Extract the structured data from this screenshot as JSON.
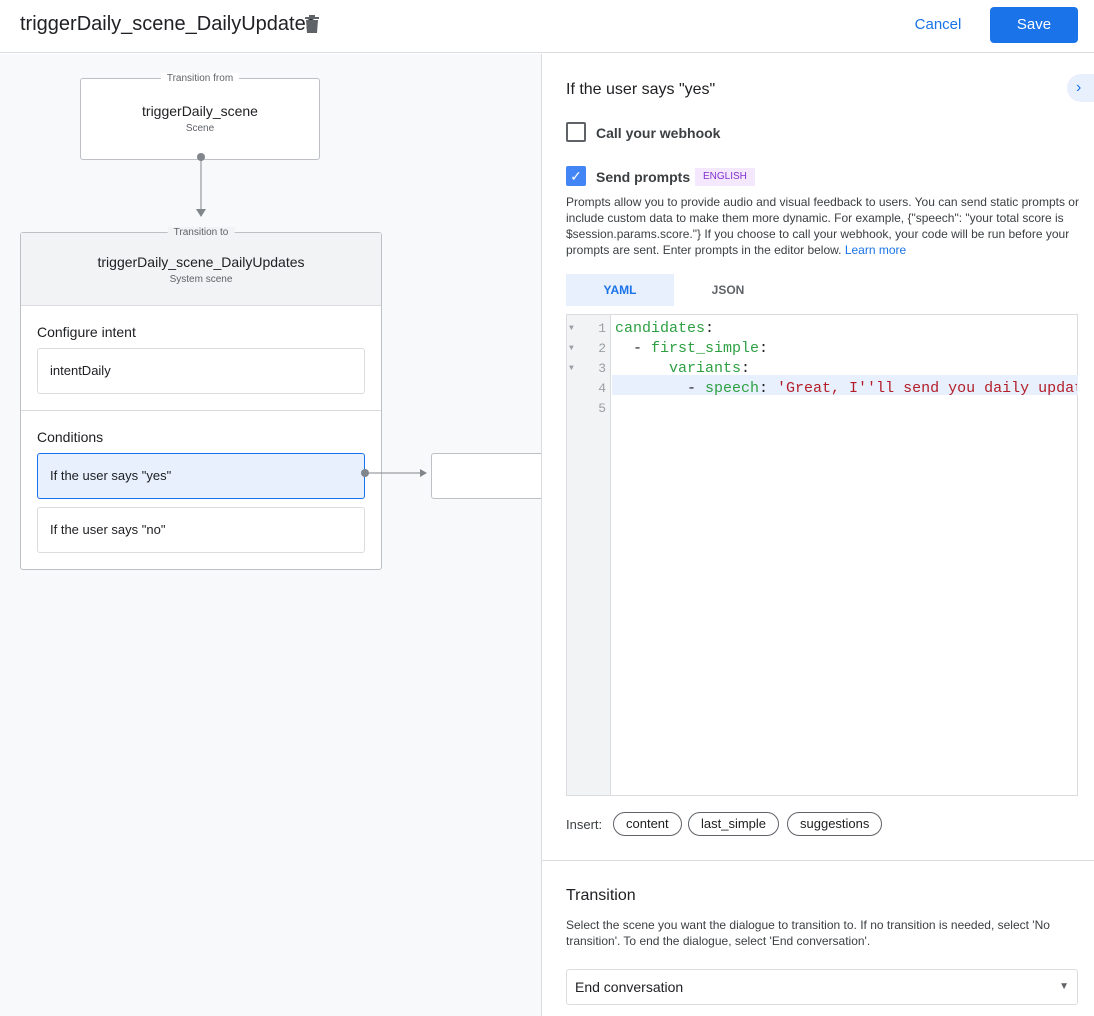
{
  "header": {
    "title": "triggerDaily_scene_DailyUpdates",
    "cancel": "Cancel",
    "save": "Save"
  },
  "canvas": {
    "from": {
      "label": "Transition from",
      "name": "triggerDaily_scene",
      "type": "Scene"
    },
    "to": {
      "label": "Transition to",
      "name": "triggerDaily_scene_DailyUpdates",
      "type": "System scene"
    },
    "configure_intent": "Configure intent",
    "intent": "intentDaily",
    "conditions_label": "Conditions",
    "conditions": [
      "If the user says \"yes\"",
      "If the user says \"no\""
    ]
  },
  "panel": {
    "title": "If the user says \"yes\"",
    "webhook_label": "Call your webhook",
    "webhook_checked": false,
    "prompts_label": "Send prompts",
    "prompts_checked": true,
    "lang_badge": "ENGLISH",
    "description": "Prompts allow you to provide audio and visual feedback to users. You can send static prompts or include custom data to make them more dynamic. For example, {\"speech\": \"your total score is $session.params.score.\"} If you choose to call your webhook, your code will be run before your prompts are sent. Enter prompts in the editor below.",
    "learn_more": "Learn more",
    "tabs": [
      "YAML",
      "JSON"
    ],
    "active_tab": "YAML",
    "code": {
      "l1k": "candidates",
      "l2k": "first_simple",
      "l3k": "variants",
      "l4k": "speech",
      "l4v": "'Great, I''ll send you daily updates."
    },
    "line_numbers": [
      "1",
      "2",
      "3",
      "4",
      "5"
    ],
    "insert_label": "Insert:",
    "insert_chips": [
      "content",
      "last_simple",
      "suggestions"
    ],
    "transition_title": "Transition",
    "transition_desc": "Select the scene you want the dialogue to transition to. If no transition is needed, select 'No transition'. To end the dialogue, select 'End conversation'.",
    "transition_value": "End conversation"
  },
  "colors": {
    "accent": "#1a73e8",
    "badge_bg": "#f3e8fd",
    "badge_text": "#8430ce"
  }
}
